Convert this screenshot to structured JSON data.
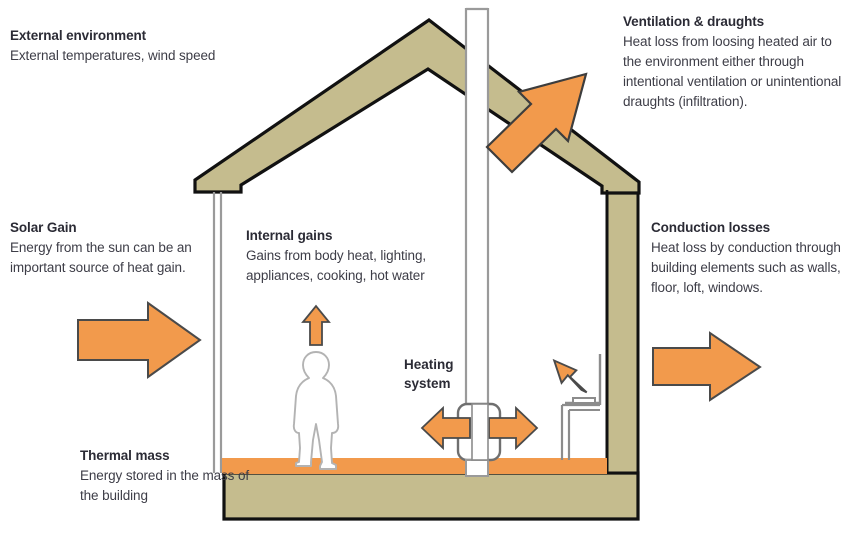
{
  "diagram": {
    "title_internal": "Building heat balance diagram",
    "colors": {
      "accent_orange": "#f29a4c",
      "wall_khaki": "#c5bc8e",
      "outline_black": "#111111",
      "text_dark": "#2b2b35",
      "pipe_gray": "#8c8c8c",
      "background": "#ffffff"
    }
  },
  "callouts": {
    "external_environment": {
      "title": "External environment",
      "body": "External temperatures, wind speed"
    },
    "ventilation_draughts": {
      "title": "Ventilation & draughts",
      "body": "Heat loss from loosing heated air to the environment either through intentional ventilation or unintentional draughts (infiltration)."
    },
    "solar_gain": {
      "title": "Solar Gain",
      "body": "Energy from the sun can be an important source of heat gain."
    },
    "internal_gains": {
      "title": "Internal gains",
      "body": "Gains from body heat, lighting, appliances, cooking, hot water"
    },
    "conduction_losses": {
      "title": "Conduction losses",
      "body": "Heat loss by conduction through building elements such as walls, floor, loft, windows."
    },
    "thermal_mass": {
      "title": "Thermal mass",
      "body": "Energy stored in the mass of the building"
    }
  },
  "inline_labels": {
    "heating_system": "Heating\nsystem"
  },
  "shapes": {
    "roof_label": "pitched-roof",
    "left_wall_label": "left-wall",
    "right_wall_label": "right-wall",
    "floor_slab_label": "floor-slab",
    "thermal_mass_band_label": "thermal-mass-band",
    "flue_label": "flue-pipe",
    "person_label": "occupant-figure",
    "radiator_label": "radiator",
    "appliance_label": "kitchen-appliance"
  },
  "arrows": {
    "solar_gain": "arrow-right",
    "conduction_loss": "arrow-right",
    "ventilation_loss": "arrow-up-right",
    "body_heat": "arrow-up",
    "appliance_heat": "arrow-up-left",
    "radiator_left": "arrow-left",
    "radiator_right": "arrow-right"
  }
}
